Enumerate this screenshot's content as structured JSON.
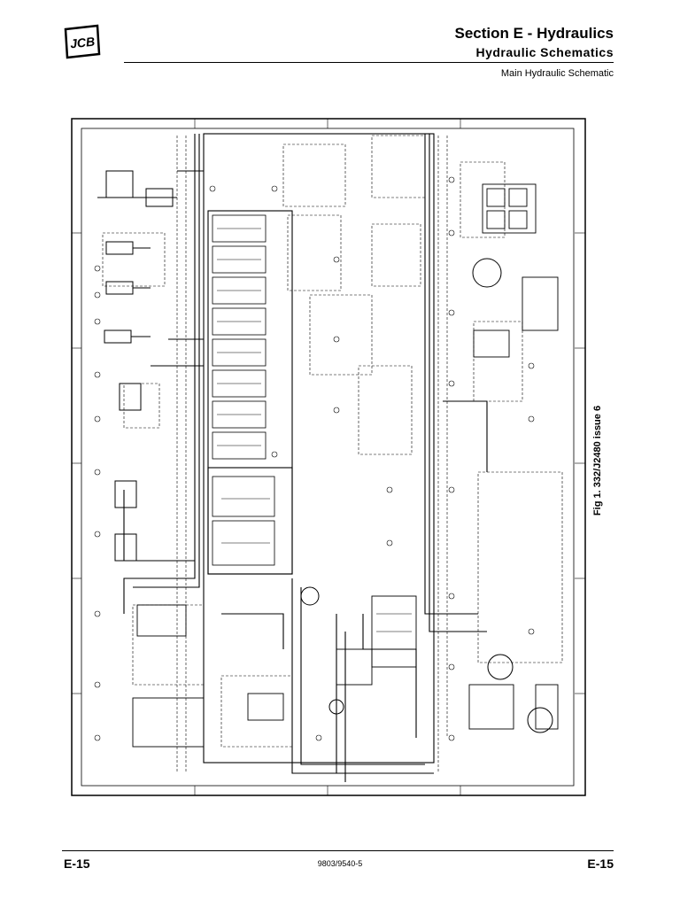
{
  "header": {
    "logo_text": "JCB",
    "section_title": "Section E - Hydraulics",
    "sub_title": "Hydraulic Schematics",
    "page_description": "Main Hydraulic Schematic"
  },
  "figure": {
    "caption": "Fig 1. 332/J2480 issue 6"
  },
  "footer": {
    "page_left": "E-15",
    "document_code": "9803/9540-5",
    "page_right": "E-15"
  }
}
